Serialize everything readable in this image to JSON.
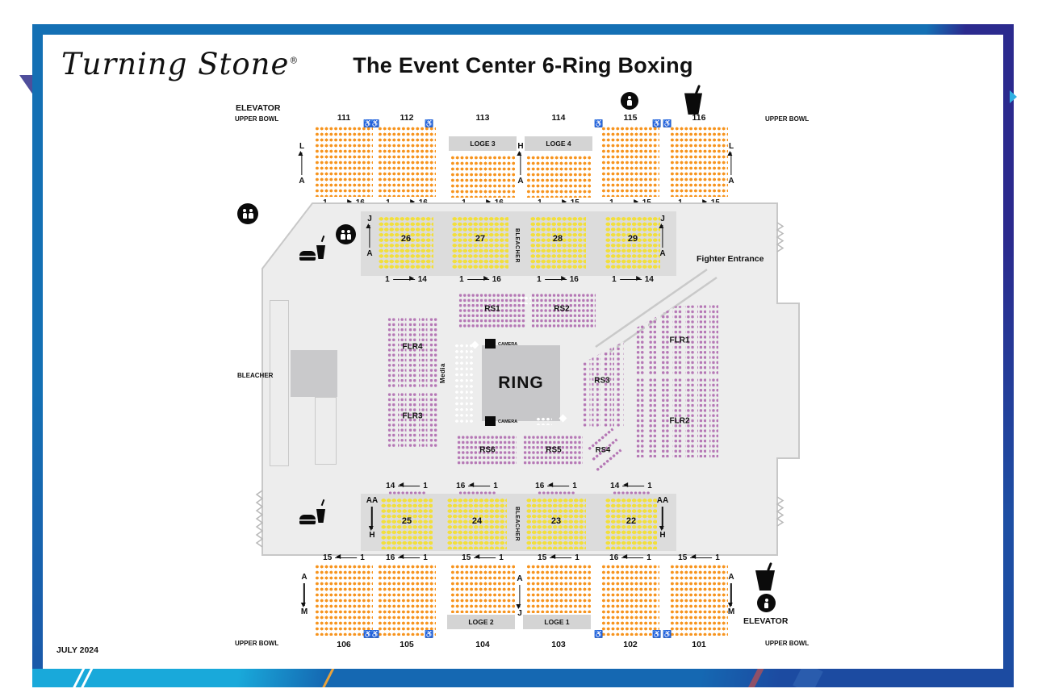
{
  "header": {
    "logo": "Turning Stone",
    "registered": "®",
    "title": "The Event Center 6-Ring Boxing"
  },
  "footer": {
    "date": "JULY 2024"
  },
  "labels": {
    "elevator": "ELEVATOR",
    "upper_bowl": "UPPER BOWL",
    "bleacher": "BLEACHER",
    "media": "Media",
    "fighter_entrance": "Fighter Entrance",
    "ring": "RING",
    "camera": "CAMERA"
  },
  "icons": {
    "wheelchair": "♿",
    "restroom": "restroom-icon",
    "food": "food-and-drink-icon",
    "drink": "drink-cup-icon"
  },
  "upper_bowl_top": {
    "sections": [
      {
        "id": "111",
        "seat_from": "1",
        "seat_to": "16"
      },
      {
        "id": "112",
        "seat_from": "1",
        "seat_to": "16"
      },
      {
        "id": "113",
        "loge": "LOGE 3",
        "seat_from": "1",
        "seat_to": "16"
      },
      {
        "id": "114",
        "loge": "LOGE 4",
        "seat_from": "1",
        "seat_to": "15"
      },
      {
        "id": "115",
        "seat_from": "1",
        "seat_to": "15"
      },
      {
        "id": "116",
        "seat_from": "1",
        "seat_to": "15"
      }
    ],
    "rows_left": {
      "top": "L",
      "bottom": "A"
    },
    "rows_mid": {
      "top": "H",
      "bottom": "A"
    },
    "rows_right": {
      "top": "L",
      "bottom": "A"
    }
  },
  "reserved_top": {
    "sections": [
      {
        "id": "26",
        "seat_from": "1",
        "seat_to": "14"
      },
      {
        "id": "27",
        "seat_from": "1",
        "seat_to": "16"
      },
      {
        "id": "28",
        "seat_from": "1",
        "seat_to": "16"
      },
      {
        "id": "29",
        "seat_from": "1",
        "seat_to": "14"
      }
    ],
    "rows_left": {
      "top": "J",
      "bottom": "A"
    },
    "rows_right": {
      "top": "J",
      "bottom": "A"
    }
  },
  "floor": {
    "rs1": "RS1",
    "rs2": "RS2",
    "rs3": "RS3",
    "rs4": "RS4",
    "rs5": "RS5",
    "rs6": "RS6",
    "flr1": "FLR1",
    "flr2": "FLR2",
    "flr3": "FLR3",
    "flr4": "FLR4"
  },
  "reserved_bottom": {
    "sections": [
      {
        "id": "25",
        "seat_from": "1",
        "seat_to": "14"
      },
      {
        "id": "24",
        "seat_from": "1",
        "seat_to": "16"
      },
      {
        "id": "23",
        "seat_from": "1",
        "seat_to": "16"
      },
      {
        "id": "22",
        "seat_from": "1",
        "seat_to": "14"
      }
    ],
    "rows_left": {
      "top": "AA",
      "bottom": "H"
    },
    "rows_right": {
      "top": "AA",
      "bottom": "H"
    }
  },
  "upper_bowl_bottom": {
    "sections": [
      {
        "id": "106",
        "seat_from": "1",
        "seat_to": "15"
      },
      {
        "id": "105",
        "seat_from": "1",
        "seat_to": "16"
      },
      {
        "id": "104",
        "loge": "LOGE 2",
        "seat_from": "1",
        "seat_to": "15"
      },
      {
        "id": "103",
        "loge": "LOGE 1",
        "seat_from": "1",
        "seat_to": "15"
      },
      {
        "id": "102",
        "seat_from": "1",
        "seat_to": "16"
      },
      {
        "id": "101",
        "seat_from": "1",
        "seat_to": "15"
      }
    ],
    "rows_left": {
      "top": "A",
      "bottom": "M"
    },
    "rows_mid": {
      "top": "A",
      "bottom": "J"
    },
    "rows_right": {
      "top": "A",
      "bottom": "M"
    }
  },
  "colors": {
    "upper_bowl_seats": "#F7941E",
    "reserved_seats": "#F2DF3B",
    "ringside_floor_seats": "#B577B5",
    "media_seats": "#FFFFFF",
    "venue_floor": "#EDEDED",
    "bleacher_strip": "#DCDCDC",
    "ring_gray": "#C7C7C9",
    "frame_steel_blue": "#1470B4",
    "frame_navy": "#2B2A8E",
    "frame_royal": "#1C4BA1",
    "band_cyan": "#19A9DA"
  }
}
